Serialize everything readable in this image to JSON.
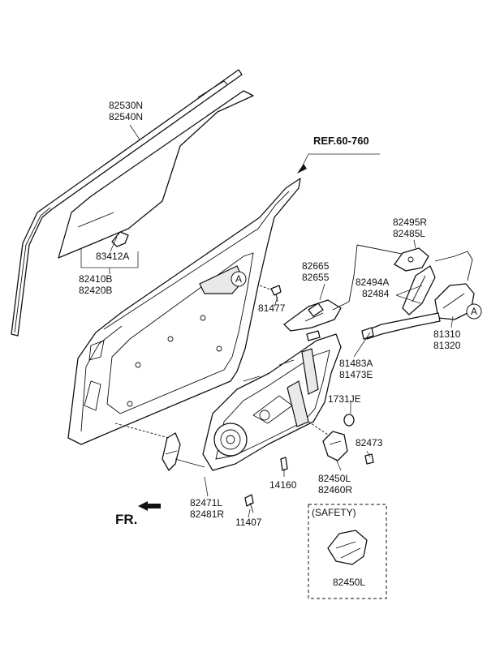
{
  "labels": {
    "glass_run": [
      "82530N",
      "82540N"
    ],
    "ref": "REF.60-760",
    "glass_clip": "83412A",
    "glass": [
      "82410B",
      "82420B"
    ],
    "latch_remote_1": [
      "82495R",
      "82485L"
    ],
    "inside_handle_bracket": [
      "82665",
      "82655"
    ],
    "latch_cable": [
      "82494A",
      "82484"
    ],
    "screw_81477": "81477",
    "outside_handle": [
      "81310",
      "81320"
    ],
    "weatherstrip": [
      "81483A",
      "81473E"
    ],
    "grommet": "1731JE",
    "screw_82473": "82473",
    "clip_14160": "14160",
    "motor": [
      "82450L",
      "82460R"
    ],
    "hinge": [
      "82471L",
      "82481R"
    ],
    "bolt": "11407",
    "safety_title": "(SAFETY)",
    "safety_part": "82450L",
    "front_arrow": "FR.",
    "circle_ref_a": "A"
  }
}
